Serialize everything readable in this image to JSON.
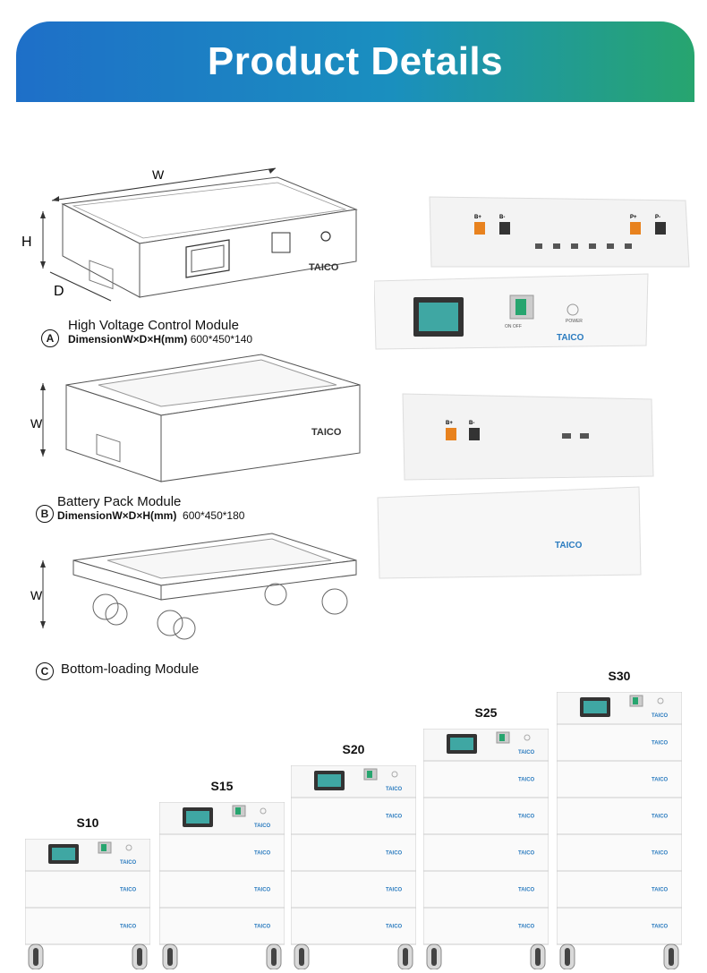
{
  "header": {
    "title": "Product Details"
  },
  "dims": {
    "w": "W",
    "h": "H",
    "d": "D"
  },
  "modules": [
    {
      "letter": "A",
      "name": "High Voltage Control Module",
      "dimension_label": "DimensionW×D×H(mm)",
      "dimension_value": "600*450*140"
    },
    {
      "letter": "B",
      "name": "Battery Pack Module",
      "dimension_label": "DimensionW×D×H(mm)",
      "dimension_value": "600*450*180"
    },
    {
      "letter": "C",
      "name": "Bottom-loading Module"
    }
  ],
  "brand": "TAICO",
  "units": [
    {
      "label": "S10",
      "packs": 2
    },
    {
      "label": "S15",
      "packs": 3
    },
    {
      "label": "S20",
      "packs": 4
    },
    {
      "label": "S25",
      "packs": 5
    },
    {
      "label": "S30",
      "packs": 6
    }
  ],
  "ports": {
    "b_plus": "B+",
    "b_minus": "B-",
    "p_plus": "P+",
    "p_minus": "P-",
    "power": "POWER",
    "on_off": "ON OFF"
  },
  "colors": {
    "banner_start": "#1e6fc8",
    "banner_end": "#27a56f",
    "port_orange": "#e8821e",
    "screen_teal": "#3fa7a3"
  }
}
